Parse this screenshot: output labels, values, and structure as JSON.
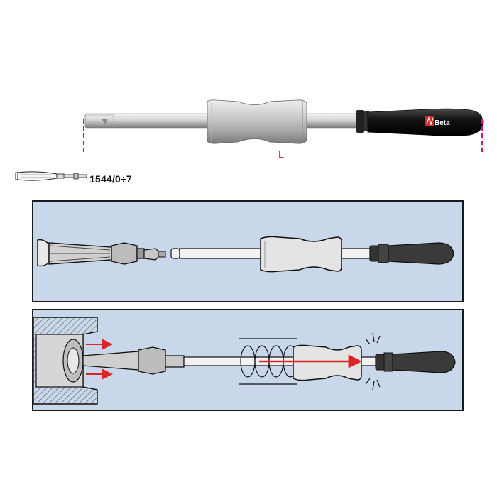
{
  "product": {
    "length_label": "L",
    "code": "1544/0÷7",
    "brand": "Beta"
  },
  "colors": {
    "panel_bg": "#c9d7ea",
    "dimension_line": "#d1136e",
    "arrow": "#e02424",
    "handle": "#1a1a1a"
  },
  "icons": [
    "puller-icon",
    "beta-logo-icon"
  ]
}
